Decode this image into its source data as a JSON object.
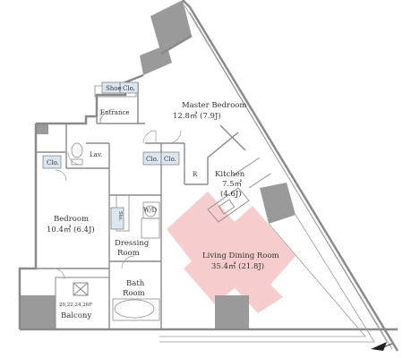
{
  "rooms": {
    "shoe_closet": {
      "shoe": "Shoe",
      "clo": "Clo."
    },
    "entrance": "Entrance",
    "master_bedroom": {
      "name": "Master Bedroom",
      "area": "12.8㎡ (7.9J)"
    },
    "lavatory": "Lav.",
    "closet_a": "Clo.",
    "closet_b": "Clo.",
    "closet_c": "Clo.",
    "refrigerator": "R",
    "kitchen": {
      "name": "Kitchen",
      "area": "7.5㎡",
      "tatami": "(4.6J)"
    },
    "bedroom": {
      "name": "Bedroom",
      "area": "10.4㎡ (6.4J)"
    },
    "storage": "Sto.",
    "washer_dryer": "W/D",
    "dressing_room": {
      "line1": "Dressing",
      "line2": "Room"
    },
    "living_dining": {
      "name": "Living Dining Room",
      "area": "35.4㎡ (21.8J)"
    },
    "bath_room": {
      "line1": "Bath",
      "line2": "Room"
    },
    "balcony": {
      "floors": "20,22,24,26F",
      "name": "Balcony"
    }
  },
  "colors": {
    "wall": "#9a9a9a",
    "column": "#9a9a9a",
    "highlight": "#f4b6b8",
    "closet_fill": "#dbe6f0",
    "line": "#7a7a7a"
  },
  "icons": {
    "north": "north-arrow-icon"
  }
}
